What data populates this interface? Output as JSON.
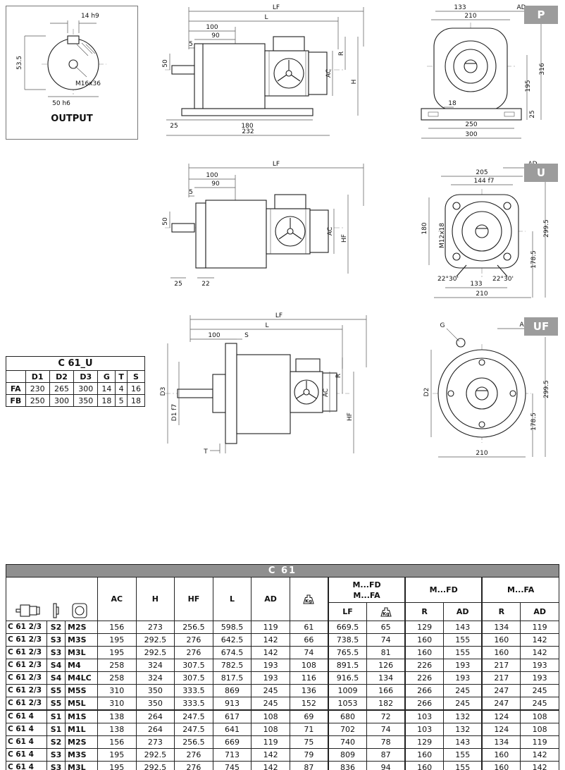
{
  "sections": {
    "p": {
      "tag": "P"
    },
    "u": {
      "tag": "U"
    },
    "uf": {
      "tag": "UF"
    }
  },
  "output": {
    "label": "OUTPUT",
    "dim_key_width": "14 h9",
    "dim_height": "53.5",
    "dim_thread": "M16x36",
    "dim_shaft": "50 h6"
  },
  "drawings": {
    "p_side": {
      "lf": "LF",
      "l": "L",
      "d100": "100",
      "d90": "90",
      "d5": "5",
      "d50": "50",
      "r": "R",
      "ac": "AC",
      "h": "H",
      "d25": "25",
      "d180": "180",
      "d232": "232"
    },
    "p_front": {
      "d133": "133",
      "ad": "AD",
      "d210": "210",
      "d316": "316",
      "d195": "195",
      "d18": "18",
      "d25": "25",
      "d250": "250",
      "d300": "300"
    },
    "u_side": {
      "lf": "LF",
      "d100": "100",
      "d90": "90",
      "d5": "5",
      "d50": "50",
      "ac": "AC",
      "hf": "HF",
      "d25": "25",
      "d22": "22"
    },
    "u_front": {
      "ad": "AD",
      "d205": "205",
      "d144": "144 f7",
      "d180": "180",
      "m12": "M12x18",
      "d2995": "299.5",
      "d1785": "178.5",
      "a1": "22°30'",
      "a2": "22°30'",
      "d133": "133",
      "d210": "210"
    },
    "uf_side": {
      "lf": "LF",
      "l": "L",
      "d100": "100",
      "s": "S",
      "d3": "D3",
      "d1": "D1 f7",
      "t": "T",
      "r": "R",
      "ac": "AC",
      "hf": "HF"
    },
    "uf_front": {
      "g": "G",
      "ad": "AD",
      "d2": "D2",
      "d2995": "299.5",
      "d1785": "178.5",
      "d210": "210"
    }
  },
  "c61u_table": {
    "title": "C 61_U",
    "corner": "",
    "columns": [
      "D1",
      "D2",
      "D3",
      "G",
      "T",
      "S"
    ],
    "rows": [
      {
        "label": "FA",
        "values": [
          "230",
          "265",
          "300",
          "14",
          "4",
          "16"
        ]
      },
      {
        "label": "FB",
        "values": [
          "250",
          "300",
          "350",
          "18",
          "5",
          "18"
        ]
      }
    ]
  },
  "main_table": {
    "title": "C 61",
    "kg_label": "Kg",
    "groups": {
      "fd_fa_line1": "M...FD",
      "fd_fa_line2": "M...FA",
      "fd": "M...FD",
      "fa": "M...FA"
    },
    "columns": {
      "ac": "AC",
      "h": "H",
      "hf": "HF",
      "l": "L",
      "ad": "AD",
      "lf": "LF",
      "r_fd": "R",
      "ad_fd": "AD",
      "r_fa": "R",
      "ad_fa": "AD"
    },
    "rows": [
      {
        "model": "C 61 2/3",
        "size": "S2",
        "motor": "M2S",
        "values": [
          "156",
          "273",
          "256.5",
          "598.5",
          "119",
          "61",
          "669.5",
          "65",
          "129",
          "143",
          "134",
          "119"
        ]
      },
      {
        "model": "C 61 2/3",
        "size": "S3",
        "motor": "M3S",
        "values": [
          "195",
          "292.5",
          "276",
          "642.5",
          "142",
          "66",
          "738.5",
          "74",
          "160",
          "155",
          "160",
          "142"
        ]
      },
      {
        "model": "C 61 2/3",
        "size": "S3",
        "motor": "M3L",
        "values": [
          "195",
          "292.5",
          "276",
          "674.5",
          "142",
          "74",
          "765.5",
          "81",
          "160",
          "155",
          "160",
          "142"
        ]
      },
      {
        "model": "C 61 2/3",
        "size": "S4",
        "motor": "M4",
        "values": [
          "258",
          "324",
          "307.5",
          "782.5",
          "193",
          "108",
          "891.5",
          "126",
          "226",
          "193",
          "217",
          "193"
        ]
      },
      {
        "model": "C 61 2/3",
        "size": "S4",
        "motor": "M4LC",
        "values": [
          "258",
          "324",
          "307.5",
          "817.5",
          "193",
          "116",
          "916.5",
          "134",
          "226",
          "193",
          "217",
          "193"
        ]
      },
      {
        "model": "C 61 2/3",
        "size": "S5",
        "motor": "M5S",
        "values": [
          "310",
          "350",
          "333.5",
          "869",
          "245",
          "136",
          "1009",
          "166",
          "266",
          "245",
          "247",
          "245"
        ]
      },
      {
        "model": "C 61 2/3",
        "size": "S5",
        "motor": "M5L",
        "values": [
          "310",
          "350",
          "333.5",
          "913",
          "245",
          "152",
          "1053",
          "182",
          "266",
          "245",
          "247",
          "245"
        ]
      },
      {
        "model": "C 61 4",
        "size": "S1",
        "motor": "M1S",
        "values": [
          "138",
          "264",
          "247.5",
          "617",
          "108",
          "69",
          "680",
          "72",
          "103",
          "132",
          "124",
          "108"
        ]
      },
      {
        "model": "C 61 4",
        "size": "S1",
        "motor": "M1L",
        "values": [
          "138",
          "264",
          "247.5",
          "641",
          "108",
          "71",
          "702",
          "74",
          "103",
          "132",
          "124",
          "108"
        ]
      },
      {
        "model": "C 61 4",
        "size": "S2",
        "motor": "M2S",
        "values": [
          "156",
          "273",
          "256.5",
          "669",
          "119",
          "75",
          "740",
          "78",
          "129",
          "143",
          "134",
          "119"
        ]
      },
      {
        "model": "C 61 4",
        "size": "S3",
        "motor": "M3S",
        "values": [
          "195",
          "292.5",
          "276",
          "713",
          "142",
          "79",
          "809",
          "87",
          "160",
          "155",
          "160",
          "142"
        ]
      },
      {
        "model": "C 61 4",
        "size": "S3",
        "motor": "M3L",
        "values": [
          "195",
          "292.5",
          "276",
          "745",
          "142",
          "87",
          "836",
          "94",
          "160",
          "155",
          "160",
          "142"
        ]
      }
    ]
  },
  "colors": {
    "tag_bg": "#9c9c9c",
    "table_title_bg": "#8f8f8f",
    "line": "#1c1c1c"
  }
}
